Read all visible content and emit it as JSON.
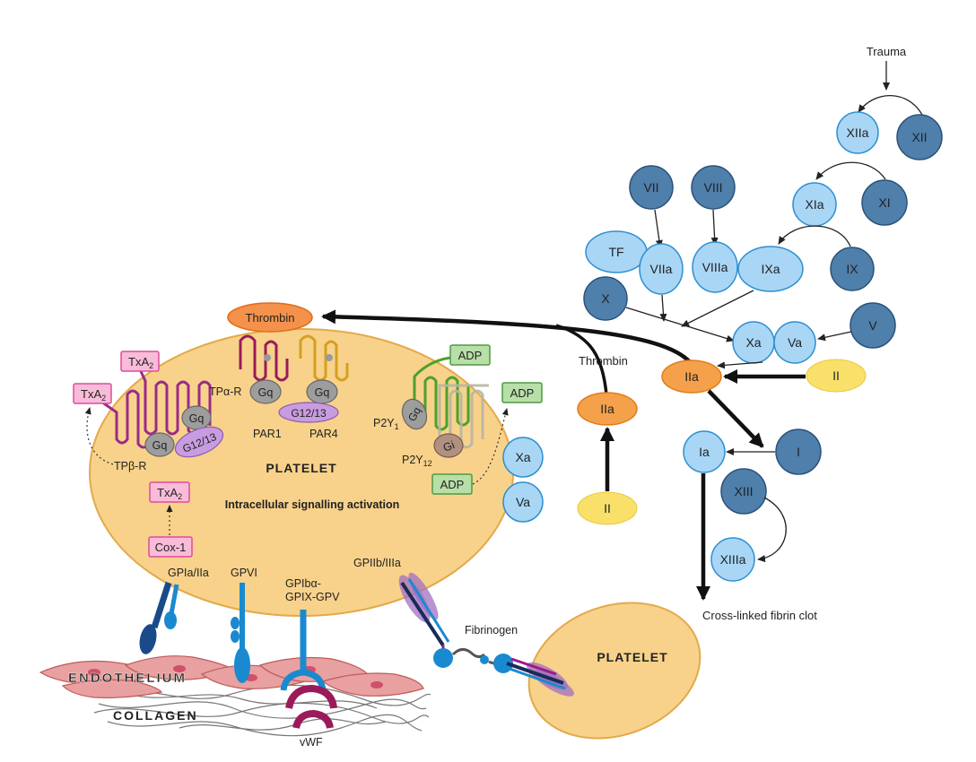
{
  "coagulation": {
    "trauma": "Trauma",
    "xii": "XII",
    "xiia": "XIIa",
    "xi": "XI",
    "xia": "XIa",
    "vii": "VII",
    "viii": "VIII",
    "tf": "TF",
    "viia": "VIIa",
    "viiia": "VIIIa",
    "ixa": "IXa",
    "ix": "IX",
    "x": "X",
    "xa": "Xa",
    "va": "Va",
    "v": "V",
    "iia": "IIa",
    "ii": "II",
    "i": "I",
    "ia": "Ia",
    "xiii": "XIII",
    "xiiia": "XIIIa",
    "clot": "Cross-linked fibrin clot",
    "thrombin_label": "Thrombin",
    "thrombin_pill": "Thrombin",
    "iia2": "IIa",
    "ii2": "II"
  },
  "platelet": {
    "title": "PLATELET",
    "signalling": "Intracellular signalling activation",
    "txa2_top": "TxA",
    "txa2_left": "TxA",
    "txa2_mid": "TxA",
    "txa2_sub": "2",
    "tpa_r": "TPα-R",
    "tpb_r": "TPβ-R",
    "gq": "Gq",
    "g1213": "G12/13",
    "par1": "PAR1",
    "par4": "PAR4",
    "adp_top": "ADP",
    "adp_right": "ADP",
    "adp_bottom": "ADP",
    "p2y": "P2Y",
    "p2y1_sub": "1",
    "p2y12_sub": "12",
    "gi": "Gi",
    "xa_side": "Xa",
    "va_side": "Va",
    "cox1": "Cox-1",
    "gpia": "GPIa/IIa",
    "gpvi": "GPVI",
    "gpib_line1": "GPIbα-",
    "gpib_line2": "GPIX-GPV",
    "gpiib": "GPIIb/IIIa",
    "fibrinogen": "Fibrinogen",
    "platelet2": "PLATELET",
    "endothelium": "ENDOTHELIUM",
    "collagen": "COLLAGEN",
    "vwf": "vWF"
  }
}
